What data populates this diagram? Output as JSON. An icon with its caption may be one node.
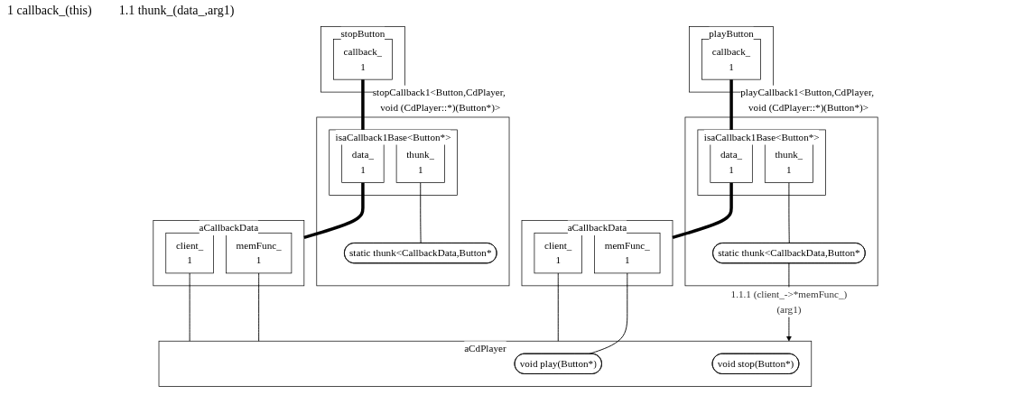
{
  "diagram": {
    "nodes": [
      {
        "text": [
          "playButton"
        ]
      },
      {
        "text": [
          "callback_",
          "1"
        ],
        "in": 0
      },
      {
        "text": [
          "playCallback1<Button,CdPlayer, void (CdPlayer::*)(Button*)>"
        ]
      },
      {
        "text": [
          "isaCallback1Base<Button*>"
        ],
        "in": 2
      },
      {
        "text": [
          "data_",
          "1"
        ],
        "in": 3
      },
      {
        "text": [
          "thunk_",
          "1"
        ],
        "in": 3
      },
      {
        "text": [
          "static thunk<CallbackData,Button*"
        ],
        "in": 2
      },
      {
        "text": [
          "aCallbackData"
        ]
      },
      {
        "text": [
          "client_",
          "1"
        ],
        "in": 7
      },
      {
        "text": [
          "memFunc_",
          "1"
        ],
        "in": 7
      },
      {
        "text": [
          "aCdPlayer"
        ]
      },
      {
        "text": [
          "void play(Button*)"
        ],
        "in": 10
      },
      {
        "text": [
          "void stop(Button*)"
        ],
        "in": 10
      },
      {
        "text": [
          "stopButton"
        ]
      },
      {
        "text": [
          "callback_",
          "1"
        ],
        "in": 13
      },
      {
        "text": [
          "stopCallback1<Button,CdPlayer, void (CdPlayer::*)(Button*)>"
        ]
      },
      {
        "text": [
          "isaCallback1Base<Button*>"
        ],
        "in": 15
      },
      {
        "text": [
          "data_",
          "1"
        ],
        "in": 16
      },
      {
        "text": [
          "thunk_",
          "1"
        ],
        "in": 16
      },
      {
        "text": [
          "static thunk<CallbackData,Button*"
        ],
        "in": 15
      },
      {
        "text": [
          "aCallbackData"
        ]
      },
      {
        "text": [
          "client_",
          "1"
        ],
        "in": 20
      },
      {
        "text": [
          "memFunc_",
          "1"
        ],
        "in": 20
      }
    ],
    "edges": [
      {
        "from": 1,
        "to": 3,
        "arrow": "none",
        "style": "thick"
      },
      {
        "from": 4,
        "to": 7,
        "arrow": "none",
        "style": "thick"
      },
      {
        "from": 5,
        "to": 6,
        "arrow": "none"
      },
      {
        "from": 8,
        "to": 10,
        "arrow": "none"
      },
      {
        "from": 9,
        "to": 11,
        "arrow": "none"
      },
      {
        "from": 6,
        "to": 10,
        "arrow": "to",
        "label": "1.1.1 (client_->*memFunc_)(arg1)"
      },
      {
        "from": 14,
        "to": 16,
        "arrow": "none",
        "style": "thick"
      },
      {
        "from": 17,
        "to": 20,
        "arrow": "none",
        "style": "thick"
      },
      {
        "from": 18,
        "to": 19,
        "arrow": "none"
      },
      {
        "from": 21,
        "to": 10,
        "arrow": "none"
      },
      {
        "from": 22,
        "to": 10,
        "arrow": "none"
      }
    ],
    "labels": [
      "1 callback_(this)",
      "1.1 thunk_(data_,arg1)"
    ]
  }
}
